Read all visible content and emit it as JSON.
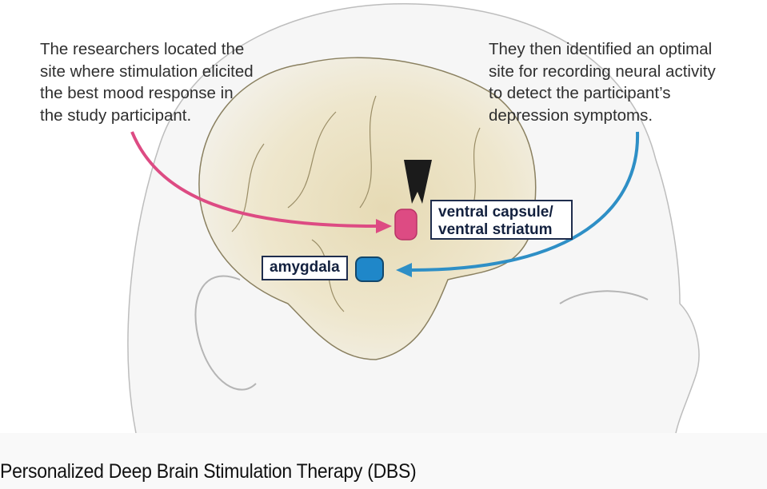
{
  "figure": {
    "left_note": [
      "The researchers located the",
      "site where stimulation elicited",
      "the best mood response in",
      "the study participant."
    ],
    "right_note": [
      "They then identified an optimal",
      "site for recording neural activity",
      "to detect the participant’s",
      "depression symptoms."
    ],
    "labels": {
      "ventral": [
        "ventral capsule/",
        "ventral striatum"
      ],
      "amygdala": "amygdala"
    },
    "colors": {
      "stimulation": "#dd4b83",
      "recording": "#2e8fc6",
      "label_border": "#1f2d4d"
    }
  },
  "caption": "Personalized Deep Brain Stimulation Therapy (DBS)"
}
